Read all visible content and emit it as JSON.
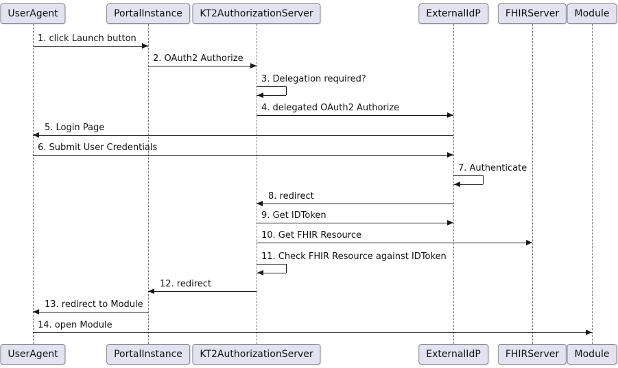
{
  "diagram_type": "uml-sequence-diagram",
  "colors": {
    "participant_fill": "#E2E2F0",
    "participant_border": "#87878f",
    "lifeline": "#777777",
    "arrow": "#181818",
    "background": "#ffffff"
  },
  "participants": [
    {
      "name": "UserAgent"
    },
    {
      "name": "PortalInstance"
    },
    {
      "name": "KT2AuthorizationServer"
    },
    {
      "name": "ExternalIdP"
    },
    {
      "name": "FHIRServer"
    },
    {
      "name": "Module"
    }
  ],
  "messages": [
    {
      "label": "1. click Launch button",
      "from": "UserAgent",
      "to": "PortalInstance",
      "kind": "arrow"
    },
    {
      "label": "2. OAuth2 Authorize",
      "from": "PortalInstance",
      "to": "KT2AuthorizationServer",
      "kind": "arrow"
    },
    {
      "label": "3. Delegation required?",
      "from": "KT2AuthorizationServer",
      "to": "KT2AuthorizationServer",
      "kind": "self"
    },
    {
      "label": "4. delegated OAuth2 Authorize",
      "from": "KT2AuthorizationServer",
      "to": "ExternalIdP",
      "kind": "arrow"
    },
    {
      "label": "5. Login Page",
      "from": "ExternalIdP",
      "to": "UserAgent",
      "kind": "arrow"
    },
    {
      "label": "6. Submit User Credentials",
      "from": "UserAgent",
      "to": "ExternalIdP",
      "kind": "arrow"
    },
    {
      "label": "7. Authenticate",
      "from": "ExternalIdP",
      "to": "ExternalIdP",
      "kind": "self"
    },
    {
      "label": "8. redirect",
      "from": "ExternalIdP",
      "to": "KT2AuthorizationServer",
      "kind": "arrow"
    },
    {
      "label": "9. Get IDToken",
      "from": "KT2AuthorizationServer",
      "to": "ExternalIdP",
      "kind": "arrow"
    },
    {
      "label": "10. Get FHIR Resource",
      "from": "KT2AuthorizationServer",
      "to": "FHIRServer",
      "kind": "arrow"
    },
    {
      "label": "11. Check FHIR Resource against IDToken",
      "from": "KT2AuthorizationServer",
      "to": "KT2AuthorizationServer",
      "kind": "self"
    },
    {
      "label": "12. redirect",
      "from": "KT2AuthorizationServer",
      "to": "PortalInstance",
      "kind": "arrow"
    },
    {
      "label": "13. redirect to Module",
      "from": "PortalInstance",
      "to": "UserAgent",
      "kind": "arrow"
    },
    {
      "label": "14. open Module",
      "from": "UserAgent",
      "to": "Module",
      "kind": "arrow"
    }
  ]
}
